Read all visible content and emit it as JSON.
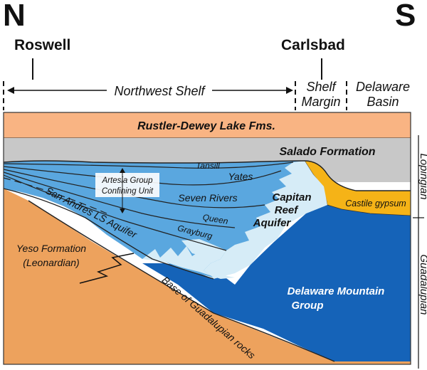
{
  "directions": {
    "north": "N",
    "south": "S"
  },
  "cities": {
    "roswell": "Roswell",
    "carlsbad": "Carlsbad"
  },
  "regions": {
    "northwest_shelf": "Northwest Shelf",
    "shelf_margin_line1": "Shelf",
    "shelf_margin_line2": "Margin",
    "delaware_basin_line1": "Delaware",
    "delaware_basin_line2": "Basin"
  },
  "series": {
    "lopingian": "Lopingian",
    "guadalupian": "Guadalupian"
  },
  "units": {
    "rustler": "Rustler-Dewey Lake Fms.",
    "salado": "Salado Formation",
    "tansill": "Tansill",
    "yates": "Yates",
    "seven_rivers": "Seven Rivers",
    "queen": "Queen",
    "grayburg": "Grayburg",
    "artesia_line1": "Artesia Group",
    "artesia_line2": "Confining Unit",
    "san_andres": "San Andres LS Aquifer",
    "capitan_line1": "Capitan",
    "capitan_line2": "Reef",
    "capitan_line3": "Aquifer",
    "castile": "Castile gypsum",
    "yeso_line1": "Yeso Formation",
    "yeso_line2": "(Leonardian)",
    "delaware_mtn_line1": "Delaware Mountain",
    "delaware_mtn_line2": "Group",
    "base_guadalupian": "Base of Guadalupian rocks"
  },
  "colors": {
    "rustler": "#f9b483",
    "salado": "#c8c8c8",
    "artesia_blue": "#5aa7df",
    "capitan": "#d6ecf7",
    "castile": "#f5b317",
    "delaware_mtn": "#1563b8",
    "yeso": "#eda25d"
  }
}
